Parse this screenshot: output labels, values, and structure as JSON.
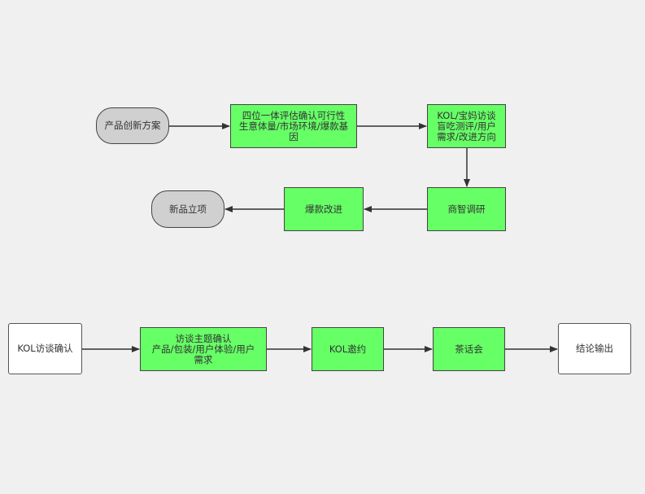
{
  "colors": {
    "background": "#f0f0f0",
    "process_fill": "#66ff66",
    "terminal_fill": "#d0d0d0",
    "plain_fill": "#ffffff",
    "stroke": "#333333"
  },
  "diagram": {
    "flow1": {
      "start": "产品创新方案",
      "step1": "四位一体评估确认可行性\n生意体量/市场环境/爆款基\n因",
      "step2": "KOL/宝妈访谈\n盲吃测评/用户\n需求/改进方向",
      "step3": "商智调研",
      "step4": "爆款改进",
      "end": "新品立项"
    },
    "flow2": {
      "start": "KOL访谈确认",
      "step1": "访谈主题确认\n产品/包装/用户体验/用户\n需求",
      "step2": "KOL邀约",
      "step3": "茶话会",
      "end": "结论输出"
    },
    "edges": [
      {
        "from": "flow1-start",
        "to": "flow1-step1"
      },
      {
        "from": "flow1-step1",
        "to": "flow1-step2"
      },
      {
        "from": "flow1-step2",
        "to": "flow1-step3"
      },
      {
        "from": "flow1-step3",
        "to": "flow1-step4"
      },
      {
        "from": "flow1-step4",
        "to": "flow1-end"
      },
      {
        "from": "flow2-start",
        "to": "flow2-step1"
      },
      {
        "from": "flow2-step1",
        "to": "flow2-step2"
      },
      {
        "from": "flow2-step2",
        "to": "flow2-step3"
      },
      {
        "from": "flow2-step3",
        "to": "flow2-end"
      }
    ]
  }
}
